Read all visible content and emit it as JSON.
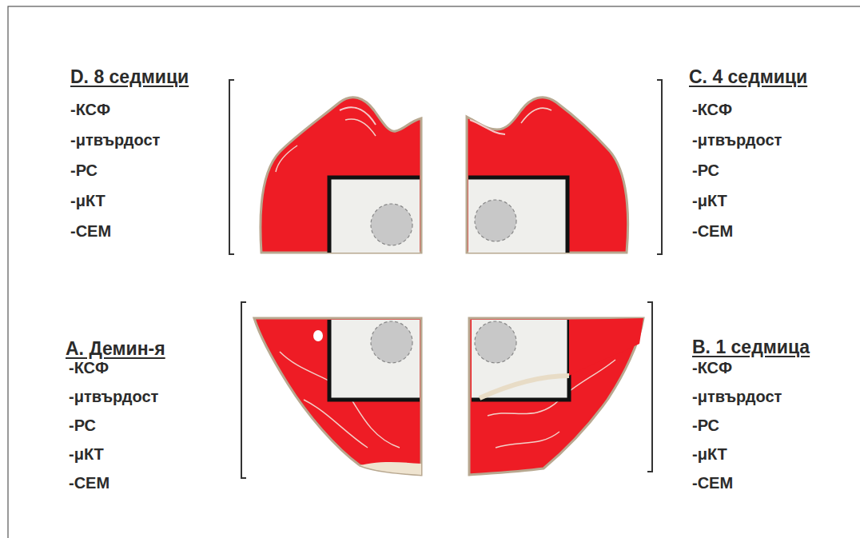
{
  "diagram": {
    "labels": [
      "D. 8 седмици",
      "-КСФ",
      "-μтвърдост",
      "-РС",
      "-μКТ",
      "-СЕМ",
      "C. 4 седмици",
      "-КСФ",
      "-μтвърдост",
      "-РС",
      "-μКТ",
      "-СЕМ",
      "A. Демин-я",
      "-КСФ",
      "-μтвърдост",
      "-РС",
      "-μКТ",
      "-СЕМ",
      "B. 1 седмица",
      "-КСФ",
      "-μтвърдост",
      "-РС",
      "-μКТ",
      "-СЕМ"
    ]
  }
}
